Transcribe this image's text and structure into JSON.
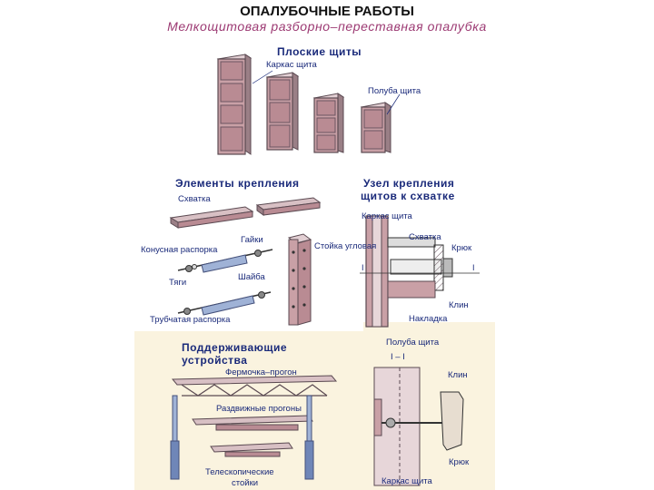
{
  "title": "ОПАЛУБОЧНЫЕ РАБОТЫ",
  "subtitle": "Мелкощитовая разборно–переставная опалубка",
  "colors": {
    "heading": "#1a2a7a",
    "subtitle": "#9c3a73",
    "panel_fill": "#c9a0a6",
    "frame": "#6a5560",
    "bg_tint": "#faf3df"
  },
  "flat_panels": {
    "heading": "Плоские щиты",
    "frame_label": "Каркас щита",
    "half_panel_label": "Полуба щита"
  },
  "fastening": {
    "heading": "Элементы крепления",
    "clamp_label": "Схватка",
    "nut_label": "Гайки",
    "cone_spacer_label": "Конусная распорка",
    "corner_post_label": "Стойка угловая",
    "washer_label": "Шайба",
    "rod_label": "Тяги",
    "tube_spacer_label": "Трубчатая распорка"
  },
  "joint": {
    "heading_line1": "Узел крепления",
    "heading_line2": "щитов к схватке",
    "frame_label": "Каркас щита",
    "clamp_label": "Схватка",
    "hook_label": "Крюк",
    "wedge_label": "Клин",
    "pad_label": "Накладка",
    "section_mark": "I"
  },
  "supports": {
    "heading_line1": "Поддерживающие",
    "heading_line2": "устройства",
    "truss_label": "Фермочка–прогон",
    "sliding_label": "Раздвижные прогоны",
    "telescopic_line1": "Телескопические",
    "telescopic_line2": "стойки"
  },
  "section_view": {
    "half_panel_label": "Полуба щита",
    "section_label": "I – I",
    "wedge_label": "Клин",
    "hook_label": "Крюк",
    "frame_label": "Каркас щита"
  }
}
